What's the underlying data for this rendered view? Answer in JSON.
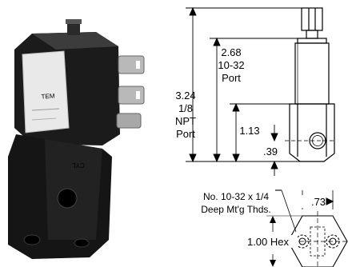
{
  "dimensions": {
    "dim_268": "2.68",
    "port_1032_line1": "10-32",
    "port_1032_line2": "Port",
    "dim_324": "3.24",
    "npt_line1": "1/8",
    "npt_line2": "NPT",
    "npt_line3": "Port",
    "dim_113": "1.13",
    "dim_039": ".39",
    "thread_note_line1": "No. 10-32 x 1/4",
    "thread_note_line2": "Deep Mt'g Thds.",
    "dim_073": ".73",
    "hex": "1.00 Hex"
  },
  "photo": {
    "label_text": "TEM",
    "body_engraving": "CYL"
  }
}
